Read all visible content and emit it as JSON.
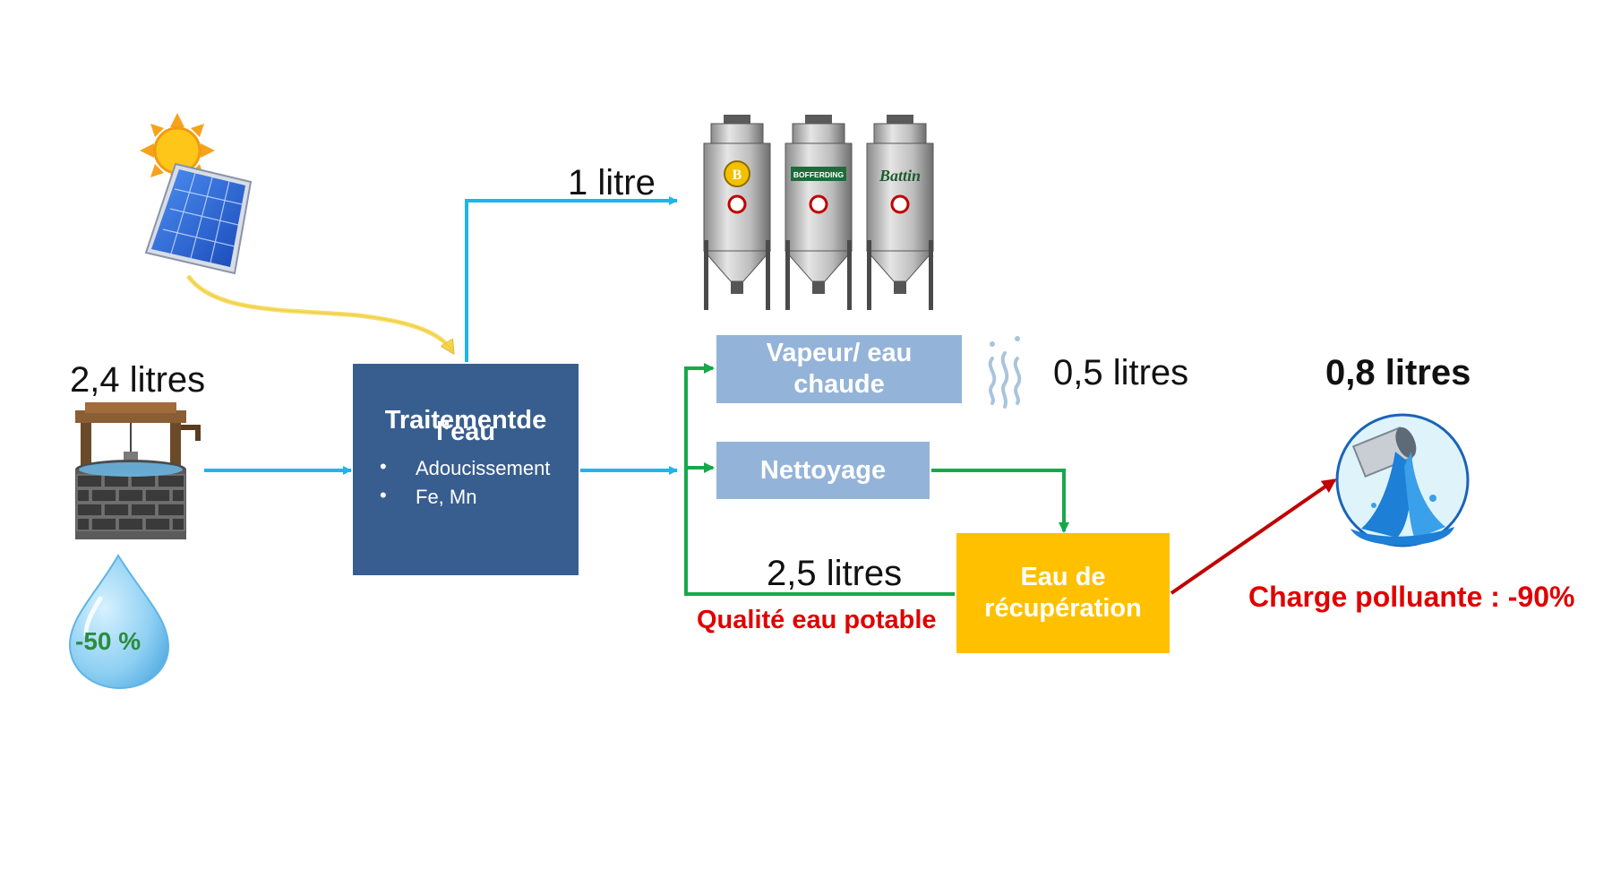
{
  "labels": {
    "input_volume": "2,4 litres",
    "beer_volume": "1 litre",
    "vapor_volume": "0,5 litres",
    "potable_volume": "2,5 litres",
    "output_volume": "0,8 litres",
    "potable_quality": "Qualité eau potable",
    "pollution_charge": "Charge polluante : -90%",
    "water_reduction": "-50 %"
  },
  "boxes": {
    "treatment": {
      "title_line1": "Traitementde",
      "title_line2": "l’eau",
      "bullets": [
        "Adoucissement",
        "Fe, Mn"
      ],
      "bullet_glyph": "•",
      "color": "#385e8f"
    },
    "vapor": {
      "title_line1": "Vapeur/ eau",
      "title_line2": "chaude",
      "color": "#94b3d8"
    },
    "cleaning": {
      "title": "Nettoyage",
      "color": "#94b3d8"
    },
    "recovery": {
      "title_line1": "Eau de",
      "title_line2": "récupération",
      "color": "#ffc000"
    }
  },
  "tanks": [
    {
      "brand": "B",
      "style": "emblem"
    },
    {
      "brand": "BOFFERDING",
      "style": "banner"
    },
    {
      "brand": "Battin",
      "style": "script"
    }
  ],
  "colors": {
    "flow_water": "#1fb4ee",
    "flow_recycled": "#16a94a",
    "flow_discharge": "#c00000",
    "solar_beam": "#f2d44a",
    "alert_text": "#e00000"
  },
  "icons": [
    "solar-panel-icon",
    "sun-icon",
    "well-icon",
    "water-drop-icon",
    "brewing-tank-icon",
    "steam-icon",
    "drain-pipe-icon"
  ]
}
